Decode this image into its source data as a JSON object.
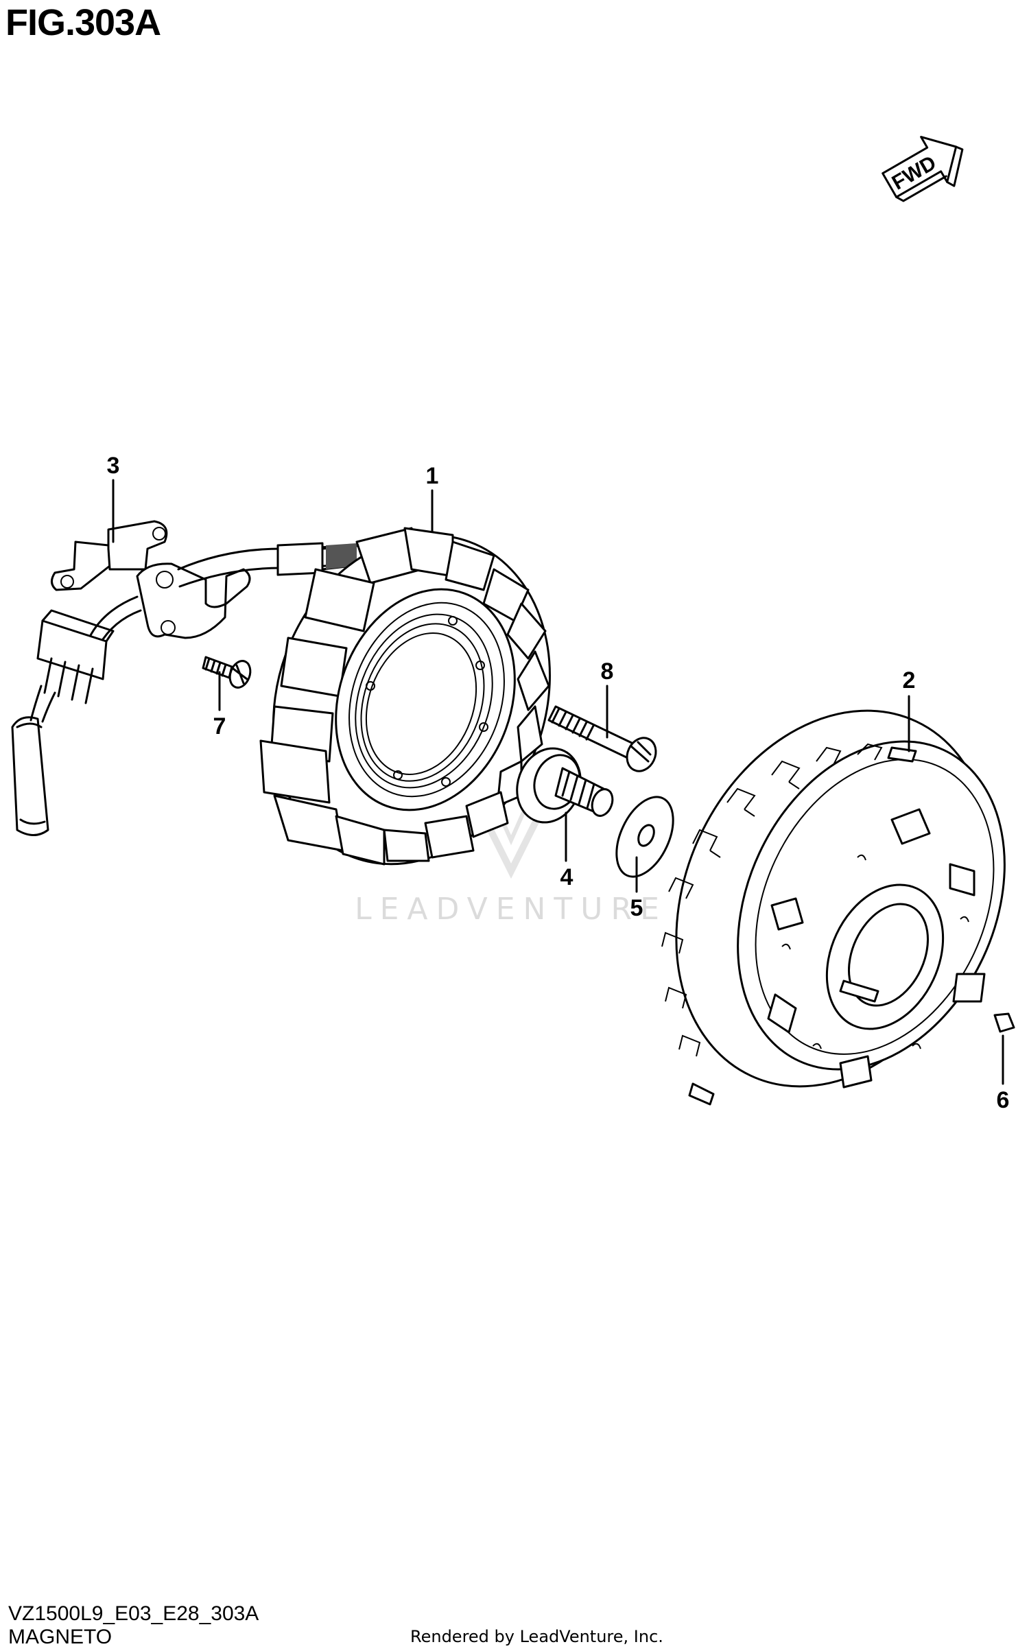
{
  "figure": {
    "title": "FIG.303A",
    "code": "VZ1500L9_E03_E28_303A",
    "name": "MAGNETO",
    "rendered_by": "Rendered by LeadVenture, Inc.",
    "watermark": "LEADVENTURE",
    "direction_label": "FWD"
  },
  "callouts": [
    {
      "number": "1",
      "part": "stator"
    },
    {
      "number": "2",
      "part": "rotor"
    },
    {
      "number": "3",
      "part": "clamp"
    },
    {
      "number": "4",
      "part": "bolt"
    },
    {
      "number": "5",
      "part": "washer"
    },
    {
      "number": "6",
      "part": "key"
    },
    {
      "number": "7",
      "part": "screw"
    },
    {
      "number": "8",
      "part": "bolt"
    }
  ]
}
